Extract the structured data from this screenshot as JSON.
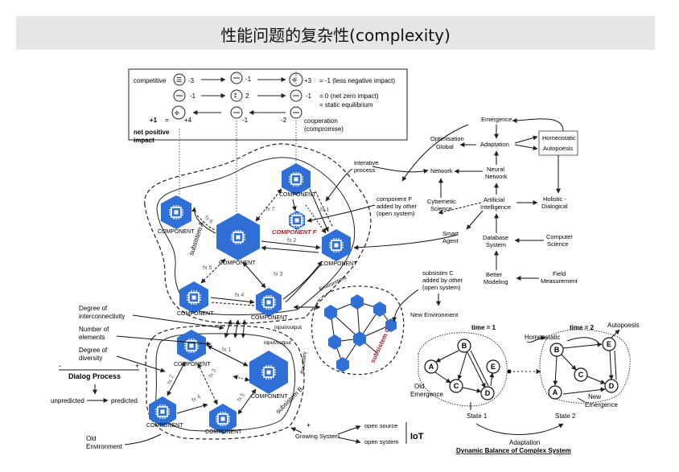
{
  "title": "性能问题的复杂性(complexity)",
  "legend": {
    "competitive": "competitive",
    "net_positive": [
      "net positive",
      "impact"
    ],
    "plus_one": "+1",
    "eq": "=",
    "n_m3": "-3",
    "n_m1a": "-1",
    "n_p3": "+3",
    "res1": "= -1 (less negative impact)",
    "n_m1b": "-1",
    "n_2": "2",
    "n_m1c": "-1",
    "res2": "= 0 (net zero impact)",
    "res3": "= static equilibrium",
    "n_p4": "+4",
    "n_m1d": "-1",
    "n_m2": "-2",
    "coop": [
      "cooperation",
      "(compromise)"
    ]
  },
  "components": {
    "label": "COMPONENT",
    "component_f": "COMPONENT F",
    "fx": [
      "fx 1",
      "fx 2",
      "fx 3",
      "fx 4",
      "fx 5",
      "fx 6",
      "fx 7"
    ]
  },
  "subsystems": {
    "a": "subsistem A",
    "b": "subsistem B",
    "c": "subsistem C"
  },
  "labels": {
    "environment": "Environment",
    "boundary": "Boundary",
    "input_output": "input/output",
    "interactive": [
      "interative",
      "process"
    ],
    "component_f_added": [
      "component F",
      "added by other",
      "(open system)"
    ],
    "subsistim_c_added": [
      "subsistim C",
      "added by other",
      "(open system)"
    ],
    "new_environment": "New Environment",
    "degree_inter": [
      "Degree of",
      "interconnectivity"
    ],
    "num_elements": [
      "Number of",
      "elements"
    ],
    "degree_div": [
      "Degree of",
      "diversity"
    ],
    "dialog_process": "Dialog Process",
    "dp_plus": "+",
    "dp_minus": "-",
    "unpredicted": "unpredicted",
    "predicted": "predicted",
    "old_environment": [
      "Old",
      "Environment"
    ],
    "growing": "Growing System",
    "gs_plus": "+",
    "open_source": "open source",
    "open_system": "open system",
    "iot": "IoT"
  },
  "flow": {
    "emergence": "Emergence",
    "optimisation": [
      "Optimisation",
      "Global"
    ],
    "adaptation": "Adaptation",
    "homeostatic": "Homeostatic",
    "autopoesis": "Autopoesis",
    "network": "Network",
    "neural": [
      "Neural",
      "Network"
    ],
    "cybernetic": [
      "Cybernetic",
      "Science"
    ],
    "ai": [
      "Artificial",
      "Intelligence"
    ],
    "holistic": [
      "Holistic -",
      "Dialogical"
    ],
    "smart_agent": [
      "Smart",
      "Agent"
    ],
    "database": [
      "Database",
      "System"
    ],
    "computer_sci": [
      "Computer",
      "Science"
    ],
    "better": [
      "Better",
      "Modeling"
    ],
    "field": [
      "Field",
      "Measurement"
    ]
  },
  "dynamic": {
    "time1": "time = 1",
    "time2": "time = 2",
    "homeostatic": "Homeostatic",
    "autopoesis": "Autopoesis",
    "old_emergence": [
      "Old",
      "Emergence"
    ],
    "new_emergence": [
      "New",
      "Emergence"
    ],
    "state1": "State 1",
    "state2": "State 2",
    "adaptation": "Adaptation",
    "caption": "Dynamic Balance  of  Complex System",
    "nodes": [
      "A",
      "B",
      "C",
      "D",
      "E"
    ]
  },
  "colors": {
    "component_blue": "#2f6fd6",
    "component_f_red": "#a32020",
    "title_bg": "#e6e6e6"
  }
}
